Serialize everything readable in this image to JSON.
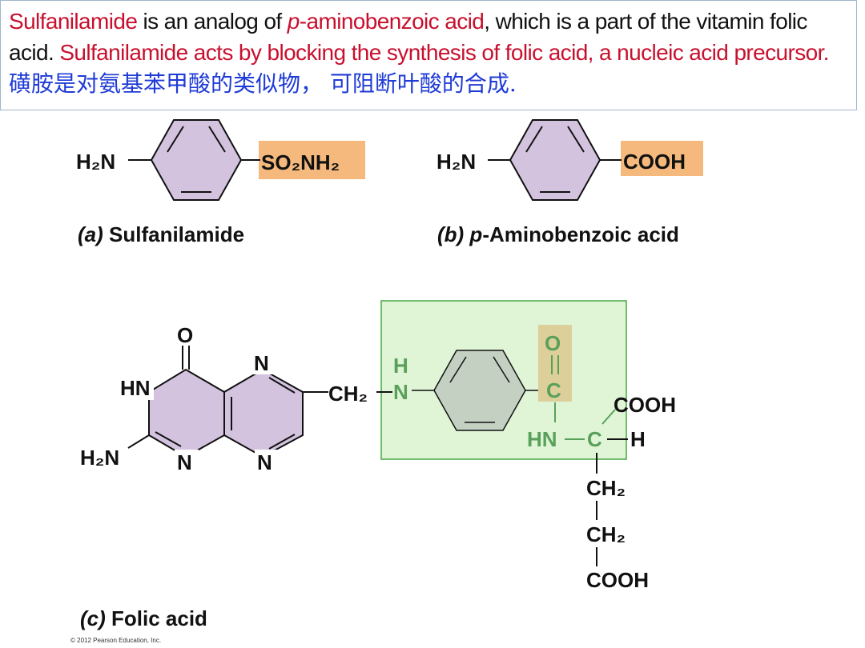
{
  "caption": {
    "red_1": "Sulfanilamide",
    "black_1": " is an analog of ",
    "red_2_italic": "p",
    "red_2": "-aminobenzoic acid",
    "black_2": ", which is a part of the vitamin folic acid. ",
    "red_3": "Sulfanilamide acts by blocking the synthesis of folic acid, a nucleic acid precursor.",
    "chinese": "磺胺是对氨基苯甲酸的类似物，  可阻断叶酸的合成."
  },
  "structures": {
    "sulfanilamide": {
      "amine": "H₂N",
      "group": "SO₂NH₂",
      "label_prefix": "(a)",
      "label": " Sulfanilamide"
    },
    "paba": {
      "amine": "H₂N",
      "group": "COOH",
      "label_prefix": "(b) p",
      "label": "-Aminobenzoic acid"
    },
    "folic_acid": {
      "atoms": {
        "o_top": "O",
        "hn": "HN",
        "n_top": "N",
        "h2n": "H₂N",
        "n_bottom_left": "N",
        "n_bottom_right": "N",
        "ch2_link": "CH₂",
        "nh_h": "H",
        "nh_n": "N",
        "carbonyl_o": "O",
        "carbonyl_c": "C",
        "hn_amide": "HN",
        "c_alpha": "C",
        "h_alpha": "H",
        "cooh_top": "COOH",
        "ch2_a": "CH₂",
        "ch2_b": "CH₂",
        "cooh_bottom": "COOH"
      },
      "label_prefix": "(c)",
      "label": " Folic acid"
    }
  },
  "colors": {
    "ring_fill": "#d3c3df",
    "pteridine_fill": "#d3c3df",
    "highlight_orange": "#f5b97d",
    "highlight_green_box": "#dff5d6",
    "benzene_in_box": "#c3d0c2",
    "carbonyl_highlight": "#ddcf9a",
    "caption_red": "#c8102e",
    "caption_blue": "#1f3bd6"
  },
  "footer": {
    "copyright": "© 2012 Pearson Education, Inc."
  }
}
